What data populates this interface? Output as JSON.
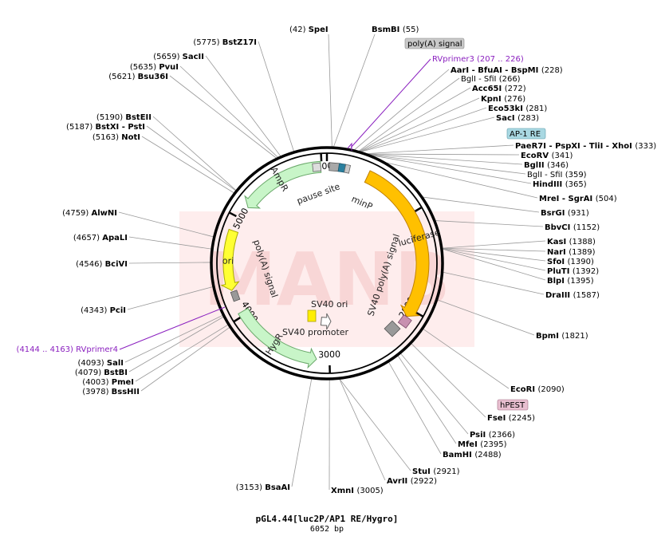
{
  "plasmid": {
    "name": "pGL4.44[luc2P/AP1 RE/Hygro]",
    "size_label": "6052 bp",
    "length": 6052
  },
  "watermark": "MANB",
  "ticks": [
    {
      "pos": 0,
      "label": ""
    },
    {
      "pos": 1000,
      "label": "1000"
    },
    {
      "pos": 2000,
      "label": "2000"
    },
    {
      "pos": 3000,
      "label": "3000"
    },
    {
      "pos": 4000,
      "label": "4000"
    },
    {
      "pos": 5000,
      "label": "5000"
    },
    {
      "pos": 6000,
      "label": "6000"
    }
  ],
  "sites": [
    {
      "text": "(42)",
      "name": "SpeI",
      "pos": 42,
      "side": "top"
    },
    {
      "text": "BsmBI",
      "num": "(55)",
      "pos": 55,
      "side": "top"
    },
    {
      "text": "AarI - BfuAI - BspMI",
      "num": "(228)",
      "pos": 228,
      "side": "right",
      "bold": true
    },
    {
      "text": "BglI - SfiI",
      "num": "(266)",
      "pos": 266,
      "side": "right",
      "bold": false
    },
    {
      "text": "Acc65I",
      "num": "(272)",
      "pos": 272,
      "side": "right",
      "bold": true
    },
    {
      "text": "KpnI",
      "num": "(276)",
      "pos": 276,
      "side": "right",
      "bold": true
    },
    {
      "text": "Eco53kI",
      "num": "(281)",
      "pos": 281,
      "side": "right",
      "bold": true
    },
    {
      "text": "SacI",
      "num": "(283)",
      "pos": 283,
      "side": "right",
      "bold": true
    },
    {
      "text": "PaeR7I - PspXI - TliI - XhoI",
      "num": "(333)",
      "pos": 333,
      "side": "right",
      "bold": true
    },
    {
      "text": "EcoRV",
      "num": "(341)",
      "pos": 341,
      "side": "right",
      "bold": true
    },
    {
      "text": "BglII",
      "num": "(346)",
      "pos": 346,
      "side": "right",
      "bold": true
    },
    {
      "text": "BglI - SfiI",
      "num": "(359)",
      "pos": 359,
      "side": "right",
      "bold": false
    },
    {
      "text": "HindIII",
      "num": "(365)",
      "pos": 365,
      "side": "right",
      "bold": true
    },
    {
      "text": "MreI - SgrAI",
      "num": "(504)",
      "pos": 504,
      "side": "right",
      "bold": true
    },
    {
      "text": "BsrGI",
      "num": "(931)",
      "pos": 931,
      "side": "right",
      "bold": true
    },
    {
      "text": "BbvCI",
      "num": "(1152)",
      "pos": 1152,
      "side": "right",
      "bold": true
    },
    {
      "text": "KasI",
      "num": "(1388)",
      "pos": 1388,
      "side": "right",
      "bold": true
    },
    {
      "text": "NarI",
      "num": "(1389)",
      "pos": 1389,
      "side": "right",
      "bold": true
    },
    {
      "text": "SfoI",
      "num": "(1390)",
      "pos": 1390,
      "side": "right",
      "bold": true
    },
    {
      "text": "PluTI",
      "num": "(1392)",
      "pos": 1392,
      "side": "right",
      "bold": true
    },
    {
      "text": "BlpI",
      "num": "(1395)",
      "pos": 1395,
      "side": "right",
      "bold": true
    },
    {
      "text": "DraIII",
      "num": "(1587)",
      "pos": 1587,
      "side": "right",
      "bold": true
    },
    {
      "text": "BpmI",
      "num": "(1821)",
      "pos": 1821,
      "side": "right",
      "bold": true
    },
    {
      "text": "EcoRI",
      "num": "(2090)",
      "pos": 2090,
      "side": "right",
      "bold": true
    },
    {
      "text": "FseI",
      "num": "(2245)",
      "pos": 2245,
      "side": "right",
      "bold": true
    },
    {
      "text": "PsiI",
      "num": "(2366)",
      "pos": 2366,
      "side": "right",
      "bold": true
    },
    {
      "text": "MfeI",
      "num": "(2395)",
      "pos": 2395,
      "side": "right",
      "bold": true
    },
    {
      "text": "BamHI",
      "num": "(2488)",
      "pos": 2488,
      "side": "right",
      "bold": true
    },
    {
      "text": "StuI",
      "num": "(2921)",
      "pos": 2921,
      "side": "right",
      "bold": true
    },
    {
      "text": "AvrII",
      "num": "(2922)",
      "pos": 2922,
      "side": "right",
      "bold": true
    },
    {
      "text": "XmnI",
      "num": "(3005)",
      "pos": 3005,
      "side": "right",
      "bold": true
    },
    {
      "text": "BsaAI",
      "num": "(3153)",
      "pos": 3153,
      "side": "left",
      "bold": true
    },
    {
      "text": "BssHII",
      "num": "(3978)",
      "pos": 3978,
      "side": "left",
      "bold": true
    },
    {
      "text": "PmeI",
      "num": "(4003)",
      "pos": 4003,
      "side": "left",
      "bold": true
    },
    {
      "text": "BstBI",
      "num": "(4079)",
      "pos": 4079,
      "side": "left",
      "bold": true
    },
    {
      "text": "SalI",
      "num": "(4093)",
      "pos": 4093,
      "side": "left",
      "bold": true
    },
    {
      "text": "PciI",
      "num": "(4343)",
      "pos": 4343,
      "side": "left",
      "bold": true
    },
    {
      "text": "BciVI",
      "num": "(4546)",
      "pos": 4546,
      "side": "left",
      "bold": true
    },
    {
      "text": "ApaLI",
      "num": "(4657)",
      "pos": 4657,
      "side": "left",
      "bold": true
    },
    {
      "text": "AlwNI",
      "num": "(4759)",
      "pos": 4759,
      "side": "left",
      "bold": true
    },
    {
      "text": "NotI",
      "num": "(5163)",
      "pos": 5163,
      "side": "left",
      "bold": true
    },
    {
      "text": "BstXI - PstI",
      "num": "(5187)",
      "pos": 5187,
      "side": "left",
      "bold": true
    },
    {
      "text": "BstEII",
      "num": "(5190)",
      "pos": 5190,
      "side": "left",
      "bold": true
    },
    {
      "text": "Bsu36I",
      "num": "(5621)",
      "pos": 5621,
      "side": "left",
      "bold": true
    },
    {
      "text": "PvuI",
      "num": "(5635)",
      "pos": 5635,
      "side": "left",
      "bold": true
    },
    {
      "text": "SacII",
      "num": "(5659)",
      "pos": 5659,
      "side": "left",
      "bold": true
    },
    {
      "text": "BstZ17I",
      "num": "(5775)",
      "pos": 5775,
      "side": "left",
      "bold": true
    }
  ],
  "features": [
    {
      "name": "AmpR",
      "start": 5130,
      "end": 5990,
      "dir": -1,
      "color": "#c8f5c8",
      "stroke": "#6aa86a"
    },
    {
      "name": "ori",
      "start": 4270,
      "end": 4860,
      "dir": -1,
      "color": "#ffff33",
      "stroke": "#aaaa00"
    },
    {
      "name": "luciferase",
      "start": 420,
      "end": 2080,
      "dir": 1,
      "color": "#ffc000",
      "stroke": "#c08000"
    },
    {
      "name": "HygR",
      "start": 3130,
      "end": 4040,
      "dir": -1,
      "color": "#c8f5c8",
      "stroke": "#6aa86a"
    },
    {
      "name": "SV40 promoter",
      "start": 2960,
      "end": 3120,
      "dir": -1,
      "color": "#ffffff",
      "stroke": "#666666"
    }
  ],
  "feature_labels": {
    "pause_site": "pause site",
    "minP": "minP",
    "poly_a_left": "poly(A) signal",
    "poly_a_right": "SV40 poly(A) signal",
    "sv40_ori": "SV40 ori",
    "sv40_promoter": "SV40 promoter"
  },
  "tags": {
    "polyA": "poly(A) signal",
    "ap1": "AP-1 RE",
    "hpest": "hPEST"
  },
  "primers": {
    "rv3": "RVprimer3  (207 .. 226)",
    "rv4": "(4144 .. 4163)  RVprimer4"
  }
}
